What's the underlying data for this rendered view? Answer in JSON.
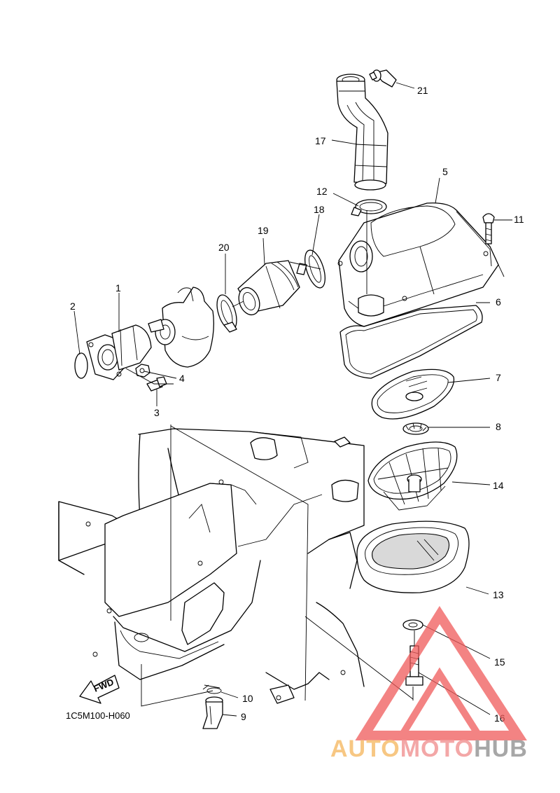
{
  "diagram_code": "1C5M100-H060",
  "fwd_label": "FWD",
  "callouts": [
    {
      "id": "p1",
      "label": "1"
    },
    {
      "id": "p2",
      "label": "2"
    },
    {
      "id": "p3",
      "label": "3"
    },
    {
      "id": "p4",
      "label": "4"
    },
    {
      "id": "p5",
      "label": "5"
    },
    {
      "id": "p6",
      "label": "6"
    },
    {
      "id": "p7",
      "label": "7"
    },
    {
      "id": "p8",
      "label": "8"
    },
    {
      "id": "p9",
      "label": "9"
    },
    {
      "id": "p10",
      "label": "10"
    },
    {
      "id": "p11",
      "label": "11"
    },
    {
      "id": "p12",
      "label": "12"
    },
    {
      "id": "p13",
      "label": "13"
    },
    {
      "id": "p14",
      "label": "14"
    },
    {
      "id": "p15",
      "label": "15"
    },
    {
      "id": "p16",
      "label": "16"
    },
    {
      "id": "p17",
      "label": "17"
    },
    {
      "id": "p18",
      "label": "18"
    },
    {
      "id": "p19",
      "label": "19"
    },
    {
      "id": "p20",
      "label": "20"
    },
    {
      "id": "p21",
      "label": "21"
    }
  ],
  "watermark": {
    "part1": "AUTO",
    "part2": "MOTO",
    "part3": "HUB",
    "color_auto": "#f5b55a",
    "color_moto": "#f08a8a",
    "color_hub": "#8a8a8a",
    "triangle_color": "#f05a5a"
  }
}
